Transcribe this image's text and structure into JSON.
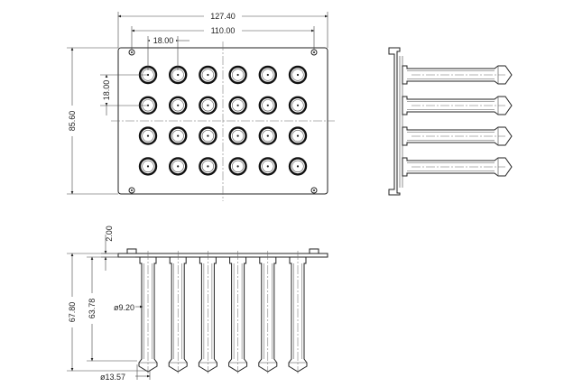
{
  "dimensions": {
    "overall_width": "127.40",
    "hole_span": "110.00",
    "pitch_x": "18.00",
    "pitch_y": "18.00",
    "overall_height": "85.60",
    "plate_thickness": "2.00",
    "total_depth": "67.80",
    "tube_length": "63.78",
    "tube_inner_dia": "ø9.20",
    "tube_outer_dia": "ø13.57"
  },
  "layout": {
    "rows": 4,
    "cols": 6
  }
}
